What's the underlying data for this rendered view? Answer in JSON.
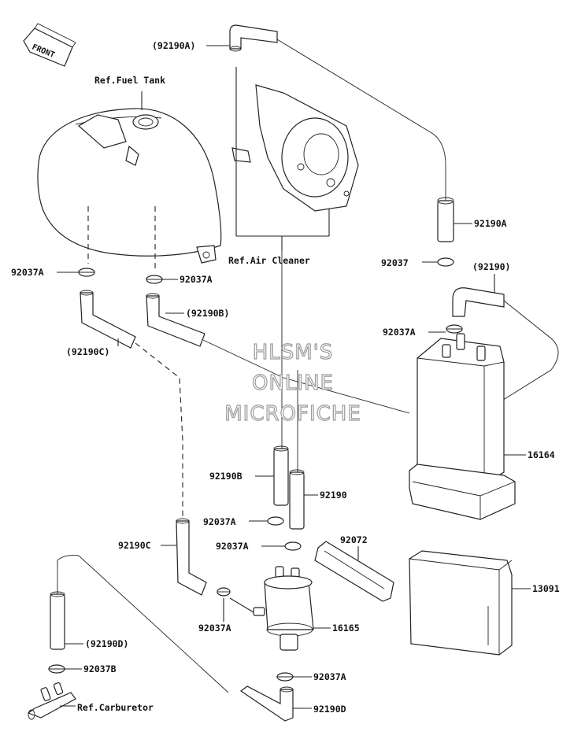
{
  "front_badge": "FRONT",
  "refs": {
    "fuel_tank": "Ref.Fuel Tank",
    "air_cleaner": "Ref.Air Cleaner",
    "carburetor": "Ref.Carburetor"
  },
  "labels": {
    "hose_92190A_top": "(92190A)",
    "hose_92190A_right": "92190A",
    "clamp_92037_right": "92037",
    "hose_92190_paren": "(92190)",
    "clamp_92037A_canister": "92037A",
    "clamp_92037A_left": "92037A",
    "clamp_92037A_mid": "92037A",
    "hose_92190B_paren": "(92190B)",
    "hose_92190C_paren": "(92190C)",
    "canister_16164": "16164",
    "hose_92190B": "92190B",
    "hose_92190": "92190",
    "clamp_92037A_low1": "92037A",
    "clamp_92037A_low2": "92037A",
    "bracket_92072": "92072",
    "hose_92190C": "92190C",
    "holder_13091": "13091",
    "clamp_92037A_valve": "92037A",
    "valve_16165": "16165",
    "hose_92190D_paren": "(92190D)",
    "clamp_92037B": "92037B",
    "clamp_92037A_bottom": "92037A",
    "hose_92190D": "92190D"
  },
  "watermark": {
    "line1": "HLSM'S",
    "line2": "ONLINE",
    "line3": "MICROFICHE"
  }
}
